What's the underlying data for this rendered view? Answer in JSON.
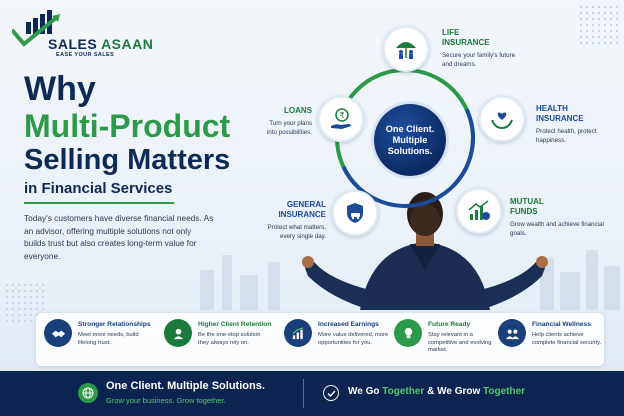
{
  "brand": {
    "name_part1": "SALES",
    "name_part2": "ASAAN",
    "tagline": "EASE YOUR SALES"
  },
  "headline": {
    "line1": "Why",
    "line2": "Multi-Product",
    "line3": "Selling Matters",
    "line4": "in Financial Services"
  },
  "intro": "Today's customers have diverse financial needs. As an advisor, offering multiple solutions not only builds trust but also creates long-term value for everyone.",
  "center": {
    "line1": "One Client.",
    "line2": "Multiple",
    "line3": "Solutions."
  },
  "services": [
    {
      "title_l1": "LIFE",
      "title_l2": "INSURANCE",
      "desc": "Secure your family's future and dreams.",
      "icon": "umbrella-family-icon",
      "color": "#1c7a3c"
    },
    {
      "title_l1": "HEALTH",
      "title_l2": "INSURANCE",
      "desc": "Protect health, protect happiness.",
      "icon": "heart-hands-icon",
      "color": "#1b4b9a"
    },
    {
      "title_l1": "MUTUAL",
      "title_l2": "FUNDS",
      "desc": "Grow wealth and achieve financial goals.",
      "icon": "growth-chart-icon",
      "color": "#1c7a3c"
    },
    {
      "title_l1": "GENERAL",
      "title_l2": "INSURANCE",
      "desc": "Protect what matters, every single day.",
      "icon": "shield-car-icon",
      "color": "#1b4b9a"
    },
    {
      "title_l1": "LOANS",
      "title_l2": "",
      "desc": "Turn your plans into possibilities.",
      "icon": "rupee-hand-icon",
      "color": "#1c7a3c"
    }
  ],
  "benefits": [
    {
      "title": "Stronger Relationships",
      "desc": "Meet more needs, build lifelong trust.",
      "icon": "handshake-icon",
      "color": "#1b3f7a"
    },
    {
      "title": "Higher Client Retention",
      "desc": "Be the one-stop solution they always rely on.",
      "icon": "client-retention-icon",
      "color": "#1c7a3c"
    },
    {
      "title": "Increased Earnings",
      "desc": "More value delivered, more opportunities for you.",
      "icon": "earnings-chart-icon",
      "color": "#1b3f7a"
    },
    {
      "title": "Future Ready",
      "desc": "Stay relevant in a competitive and evolving market.",
      "icon": "lightbulb-icon",
      "color": "#2c9a48"
    },
    {
      "title": "Financial Wellness",
      "desc": "Help clients achieve complete financial security.",
      "icon": "people-icon",
      "color": "#1b3f7a"
    }
  ],
  "footer": {
    "line1": "One Client. Multiple Solutions.",
    "line2": "Grow your business. Grow together.",
    "slogan_a": "We Go ",
    "slogan_b": "Together",
    "slogan_c": " & We Grow ",
    "slogan_d": "Together"
  }
}
